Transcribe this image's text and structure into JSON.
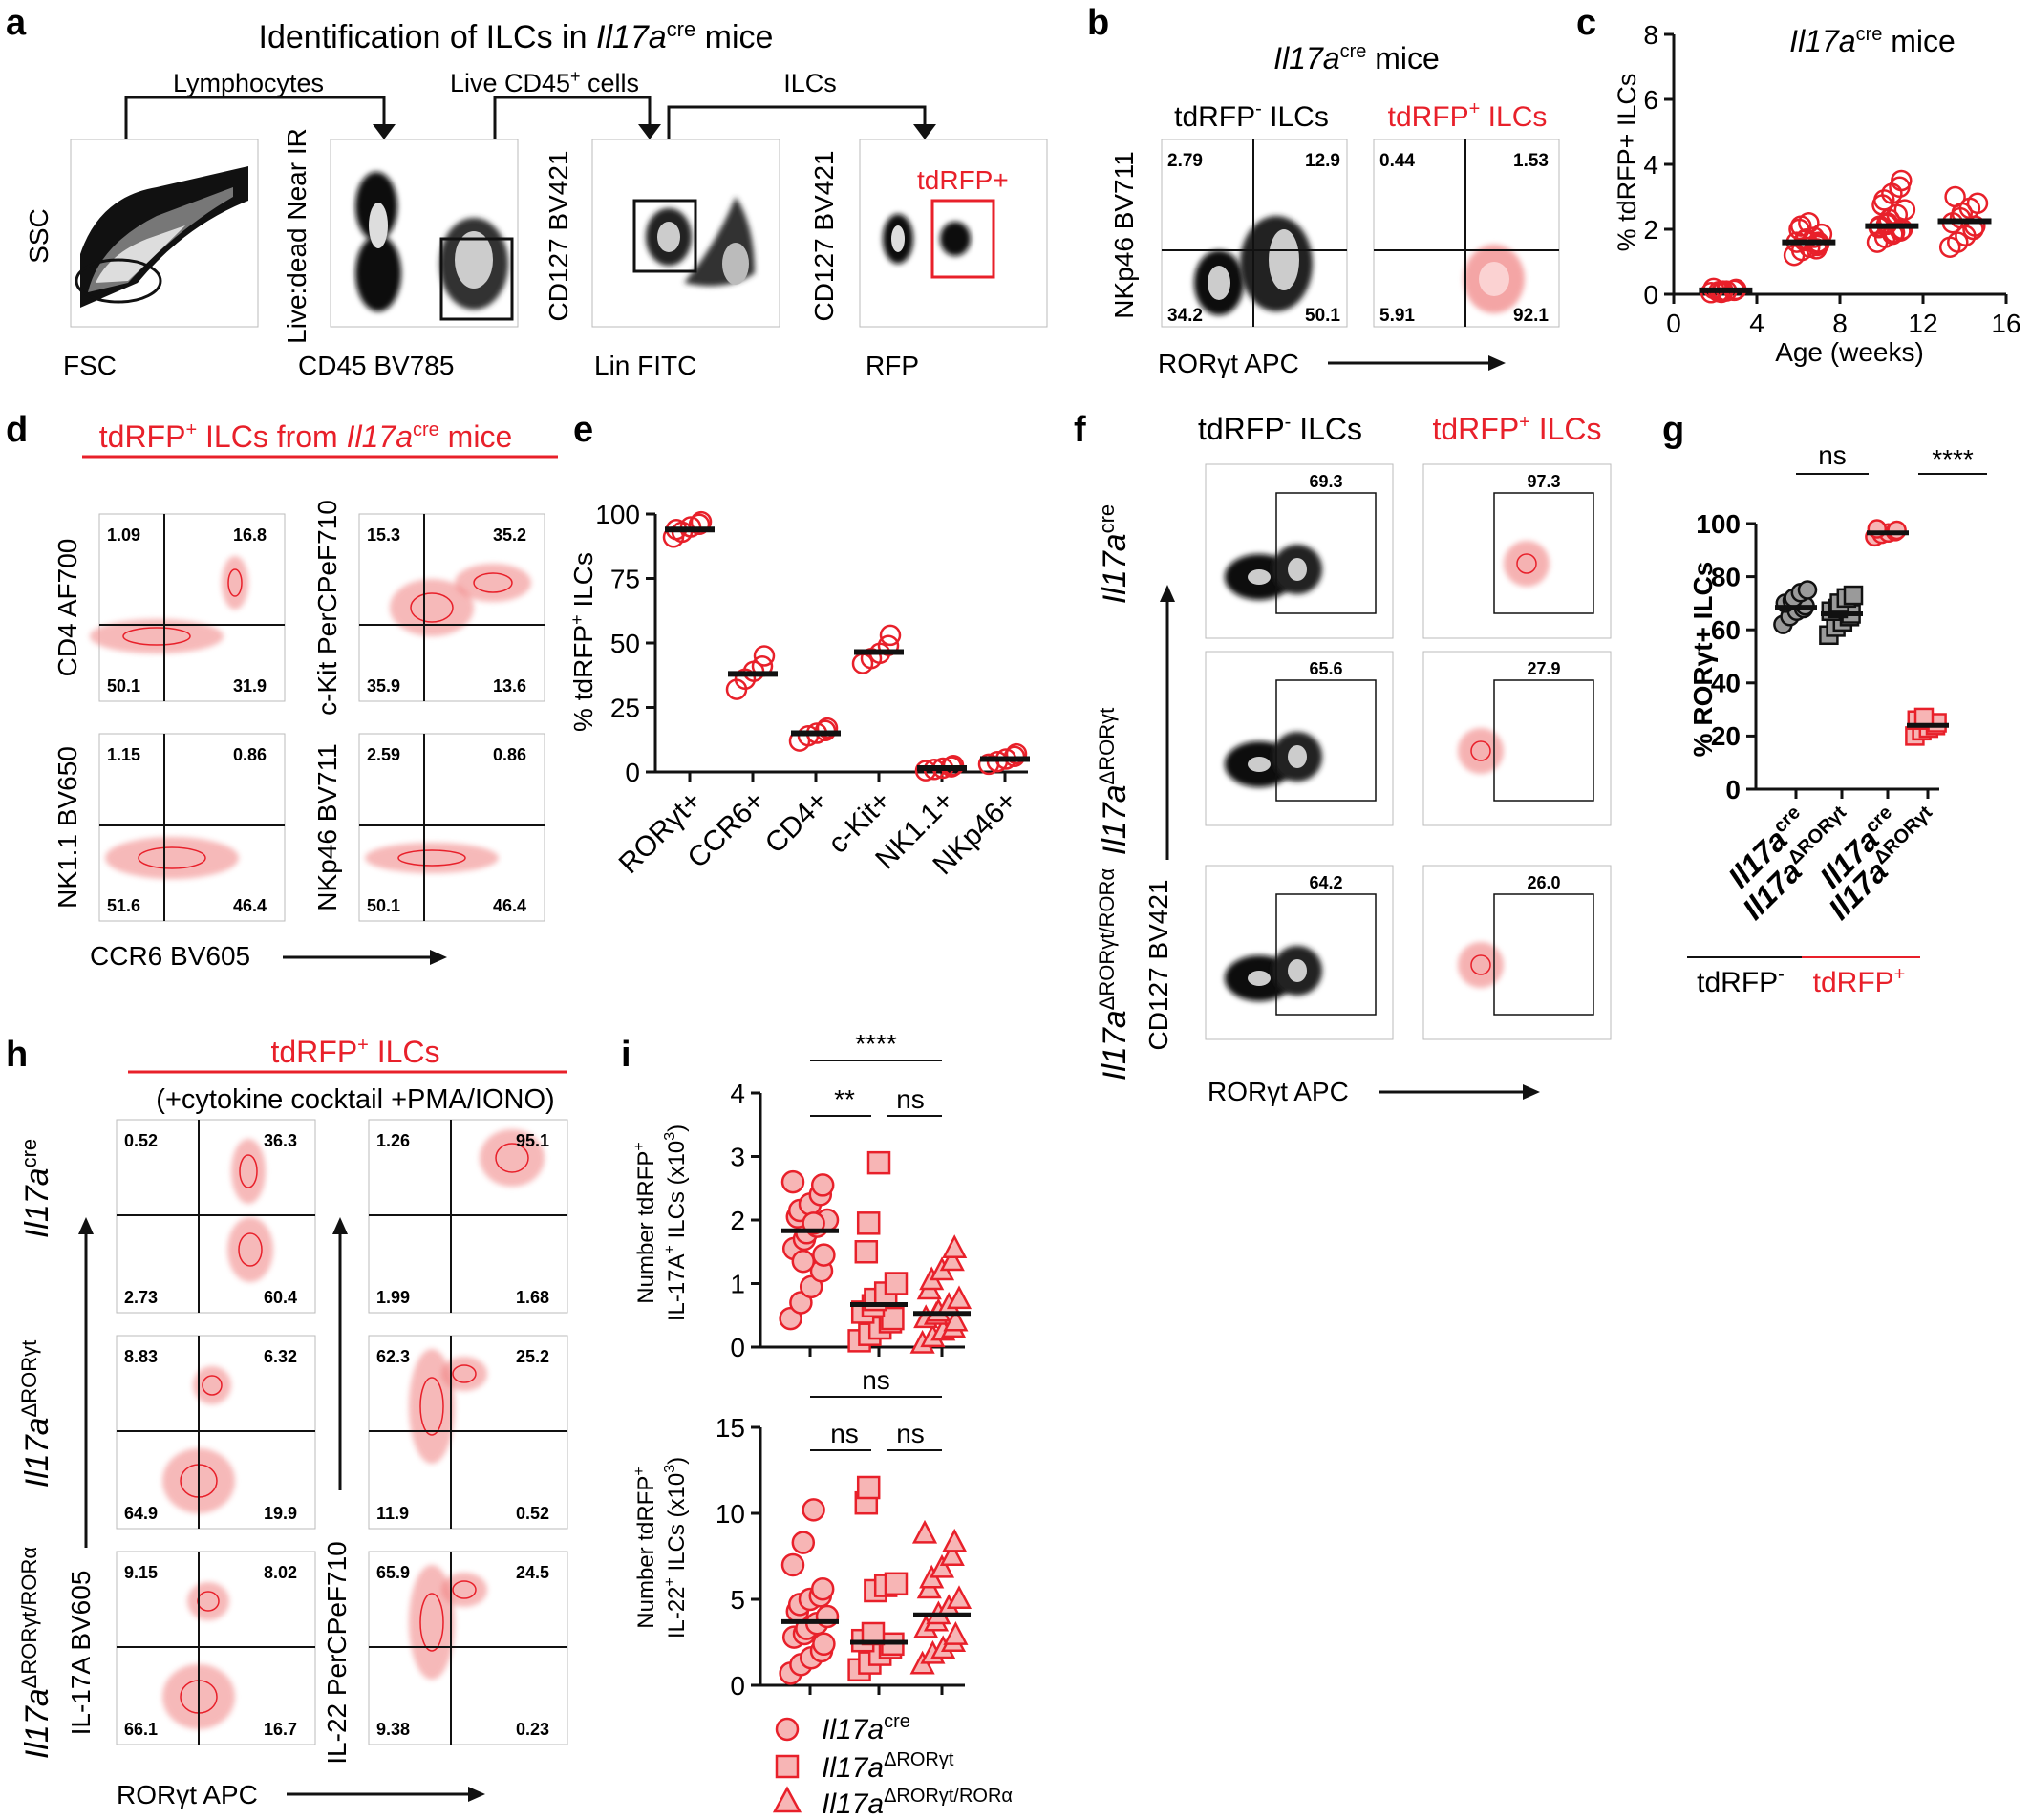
{
  "panel_letters": {
    "a": "a",
    "b": "b",
    "c": "c",
    "d": "d",
    "e": "e",
    "f": "f",
    "g": "g",
    "h": "h",
    "i": "i"
  },
  "colors": {
    "red": "#e8202a",
    "pink": "#f08080",
    "black": "#111111",
    "grey": "#9a9a9a",
    "lightgrey": "#c8c8c8"
  },
  "genotypes": {
    "cre": "Il17a",
    "cre_sup": "cre",
    "dr": "Il17a",
    "dr_sup": "ΔRORγt",
    "drr": "Il17a",
    "drr_sup": "ΔRORγt/RORα"
  },
  "panel_a": {
    "title_pre": "Identification of ILCs in ",
    "title_gene": "Il17a",
    "title_sup": "cre",
    "title_post": " mice",
    "gate_labels": [
      "Lymphocytes",
      "Live CD45",
      "ILCs"
    ],
    "gate_label_sup": "+",
    "gate_label_post": " cells",
    "plots": [
      {
        "x": "FSC",
        "y": "SSC"
      },
      {
        "x": "CD45 BV785",
        "y": "Live:dead Near IR"
      },
      {
        "x": "Lin FITC",
        "y": "CD127 BV421"
      },
      {
        "x": "RFP",
        "y": "CD127 BV421"
      }
    ],
    "tdrfp_gate": "tdRFP+"
  },
  "panel_b": {
    "title_gene": "Il17a",
    "title_sup": "cre",
    "title_post": " mice",
    "headers": [
      {
        "pre": "tdRFP",
        "sup": "-",
        "post": " ILCs"
      },
      {
        "pre": "tdRFP",
        "sup": "+",
        "post": " ILCs"
      }
    ],
    "ylabel": "NKp46 BV711",
    "xlabel": "RORγt APC",
    "quadrants": [
      {
        "ul": "2.79",
        "ur": "12.9",
        "ll": "34.2",
        "lr": "50.1"
      },
      {
        "ul": "0.44",
        "ur": "1.53",
        "ll": "5.91",
        "lr": "92.1"
      }
    ]
  },
  "panel_d": {
    "title_pre": "tdRFP",
    "title_sup": "+",
    "title_mid": " ILCs from ",
    "title_gene": "Il17a",
    "title_gsup": "cre",
    "title_post": " mice",
    "xlabel": "CCR6 BV605",
    "plots": [
      {
        "y": "CD4 AF700",
        "ul": "1.09",
        "ur": "16.8",
        "ll": "50.1",
        "lr": "31.9"
      },
      {
        "y": "c-Kit PerCPeF710",
        "ul": "15.3",
        "ur": "35.2",
        "ll": "35.9",
        "lr": "13.6"
      },
      {
        "y": "NK1.1 BV650",
        "ul": "1.15",
        "ur": "0.86",
        "ll": "51.6",
        "lr": "46.4"
      },
      {
        "y": "NKp46 BV711",
        "ul": "2.59",
        "ur": "0.86",
        "ll": "50.1",
        "lr": "46.4"
      }
    ]
  },
  "panel_f": {
    "headers": [
      {
        "pre": "tdRFP",
        "sup": "-",
        "post": " ILCs"
      },
      {
        "pre": "tdRFP",
        "sup": "+",
        "post": " ILCs"
      }
    ],
    "xlabel": "RORγt APC",
    "ylabel": "CD127 BV421",
    "values": [
      [
        "69.3",
        "97.3"
      ],
      [
        "65.6",
        "27.9"
      ],
      [
        "64.2",
        "26.0"
      ]
    ]
  },
  "panel_h": {
    "title_pre": "tdRFP",
    "title_sup": "+",
    "title_post": " ILCs",
    "subtitle": "(+cytokine cocktail +PMA/IONO)",
    "xlabel": "RORγt APC",
    "ylabels": [
      "IL-17A BV605",
      "IL-22 PerCPeF710"
    ],
    "quadrants": [
      [
        {
          "ul": "0.52",
          "ur": "36.3",
          "ll": "2.73",
          "lr": "60.4"
        },
        {
          "ul": "1.26",
          "ur": "95.1",
          "ll": "1.99",
          "lr": "1.68"
        }
      ],
      [
        {
          "ul": "8.83",
          "ur": "6.32",
          "ll": "64.9",
          "lr": "19.9"
        },
        {
          "ul": "62.3",
          "ur": "25.2",
          "ll": "11.9",
          "lr": "0.52"
        }
      ],
      [
        {
          "ul": "9.15",
          "ur": "8.02",
          "ll": "66.1",
          "lr": "16.7"
        },
        {
          "ul": "65.9",
          "ur": "24.5",
          "ll": "9.38",
          "lr": "0.23"
        }
      ]
    ]
  },
  "chart_data": [
    {
      "id": "c",
      "type": "scatter",
      "title_gene": "Il17a",
      "title_sup": "cre",
      "title_post": " mice",
      "xlabel": "Age (weeks)",
      "ylabel": "% tdRFP+ ILCs",
      "xlim": [
        0,
        16
      ],
      "ylim": [
        0,
        8
      ],
      "xticks": [
        0,
        4,
        8,
        12,
        16
      ],
      "yticks": [
        0,
        2,
        4,
        6,
        8
      ],
      "groups": [
        {
          "x": 2.5,
          "mean": 0.12,
          "values": [
            0.05,
            0.08,
            0.1,
            0.12,
            0.15,
            0.18,
            0.06,
            0.1
          ]
        },
        {
          "x": 6.5,
          "mean": 1.6,
          "values": [
            1.2,
            1.35,
            1.45,
            1.5,
            1.55,
            1.6,
            1.65,
            1.7,
            1.75,
            1.85,
            2.0,
            2.1,
            2.2,
            1.4,
            1.6
          ]
        },
        {
          "x": 10.5,
          "mean": 2.1,
          "values": [
            1.6,
            1.75,
            1.85,
            1.95,
            2.0,
            2.1,
            2.2,
            2.3,
            2.45,
            2.6,
            2.75,
            2.9,
            3.1,
            3.3,
            3.5,
            2.05,
            2.15,
            1.9
          ]
        },
        {
          "x": 14,
          "mean": 2.25,
          "values": [
            1.45,
            1.6,
            1.8,
            2.0,
            2.1,
            2.2,
            2.35,
            2.5,
            2.65,
            2.8,
            3.0
          ]
        }
      ]
    },
    {
      "id": "e",
      "type": "scatter",
      "ylabel_pre": "% tdRFP",
      "ylabel_sup": "+",
      "ylabel_post": " ILCs",
      "ylim": [
        0,
        100
      ],
      "yticks": [
        0,
        25,
        50,
        75,
        100
      ],
      "categories": [
        "RORγt+",
        "CCR6+",
        "CD4+",
        "c-Kit+",
        "NK1.1+",
        "NKp46+"
      ],
      "means": [
        94,
        38,
        15,
        46.5,
        1.5,
        5
      ],
      "values": [
        [
          91,
          93,
          95,
          96,
          97,
          94
        ],
        [
          32,
          36,
          39,
          41,
          45
        ],
        [
          12,
          14,
          15,
          16,
          17
        ],
        [
          42,
          44,
          46,
          49,
          53
        ],
        [
          0.5,
          1,
          1.5,
          2,
          2.5
        ],
        [
          3,
          4,
          5,
          6,
          7
        ]
      ]
    },
    {
      "id": "g",
      "type": "scatter",
      "ylabel": "% RORγt+ ILCs",
      "ylim": [
        0,
        100
      ],
      "yticks": [
        0,
        20,
        40,
        60,
        80,
        100
      ],
      "categories": [
        "Il17a cre",
        "Il17a ΔRORγt",
        "Il17a cre",
        "Il17a ΔRORγt"
      ],
      "group_labels": [
        {
          "pre": "tdRFP",
          "sup": "-"
        },
        {
          "pre": "tdRFP",
          "sup": "+"
        }
      ],
      "means": [
        68.5,
        66,
        96.5,
        24
      ],
      "values": [
        [
          62,
          65,
          67,
          68,
          69,
          70,
          71,
          72,
          74,
          75
        ],
        [
          58,
          61,
          63,
          65,
          66,
          67,
          68,
          70,
          72,
          73
        ],
        [
          95,
          96,
          96.5,
          97,
          97.5,
          98
        ],
        [
          20,
          22,
          23,
          24,
          25,
          26,
          27
        ]
      ],
      "significance": [
        "ns",
        "****"
      ]
    },
    {
      "id": "i1",
      "type": "scatter",
      "ylabel_line1": "Number tdRFP",
      "ylabel_line1_sup": "+",
      "ylabel_line2": "IL-17A",
      "ylabel_line2_sup": "+",
      "ylabel_line2_post": " ILCs (x10",
      "ylabel_exp": "3",
      "ylabel_close": ")",
      "ylim": [
        0,
        4
      ],
      "yticks": [
        0,
        1,
        2,
        3,
        4
      ],
      "means": [
        1.83,
        0.67,
        0.53
      ],
      "values": [
        [
          0.45,
          0.7,
          0.95,
          1.2,
          1.45,
          1.55,
          1.7,
          1.8,
          1.9,
          2.0,
          2.05,
          2.15,
          2.25,
          2.4,
          2.55,
          2.6,
          1.35,
          1.95
        ],
        [
          0.1,
          0.2,
          0.3,
          0.4,
          0.45,
          0.55,
          0.65,
          0.75,
          0.85,
          1.0,
          1.5,
          1.95,
          2.9
        ],
        [
          0.05,
          0.15,
          0.25,
          0.3,
          0.4,
          0.45,
          0.5,
          0.55,
          0.65,
          0.75,
          0.9,
          1.05,
          1.2,
          1.35,
          1.55
        ]
      ],
      "significance": [
        {
          "from": 0,
          "to": 2,
          "label": "****"
        },
        {
          "from": 0,
          "to": 1,
          "label": "**"
        },
        {
          "from": 1,
          "to": 2,
          "label": "ns"
        }
      ]
    },
    {
      "id": "i2",
      "type": "scatter",
      "ylabel_line1": "Number tdRFP",
      "ylabel_line1_sup": "+",
      "ylabel_line2": "IL-22",
      "ylabel_line2_sup": "+",
      "ylabel_line2_post": " ILCs (x10",
      "ylabel_exp": "3",
      "ylabel_close": ")",
      "ylim": [
        0,
        15
      ],
      "yticks": [
        0,
        5,
        10,
        15
      ],
      "means": [
        3.7,
        2.5,
        4.1
      ],
      "values": [
        [
          0.7,
          1.2,
          1.6,
          2.0,
          2.4,
          2.8,
          3.0,
          3.3,
          3.6,
          4.0,
          4.3,
          4.7,
          5.0,
          5.2,
          5.6,
          7.0,
          8.3,
          10.2
        ],
        [
          0.9,
          1.3,
          1.8,
          2.2,
          2.4,
          2.6,
          3.0,
          5.5,
          5.8,
          5.9,
          10.6,
          11.5
        ],
        [
          1.2,
          1.8,
          2.1,
          2.5,
          2.9,
          3.3,
          3.7,
          4.1,
          4.5,
          5.0,
          5.6,
          6.2,
          6.8,
          7.5,
          8.3,
          8.8
        ]
      ],
      "significance": [
        {
          "from": 0,
          "to": 2,
          "label": "ns"
        },
        {
          "from": 0,
          "to": 1,
          "label": "ns"
        },
        {
          "from": 1,
          "to": 2,
          "label": "ns"
        }
      ]
    }
  ]
}
